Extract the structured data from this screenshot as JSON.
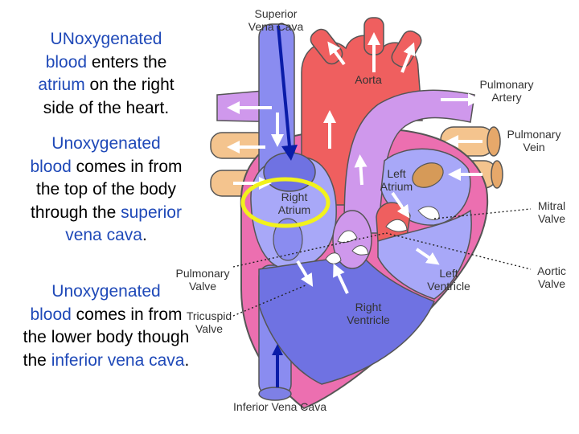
{
  "text_panel": {
    "para1": {
      "w1": "UNoxygenated",
      "w2": "blood",
      "w3": " enters the",
      "w4": "atrium",
      "w5": " on the right side of the heart."
    },
    "para2": {
      "w1": "Unoxygenated",
      "w2": "blood",
      "w3": " comes in from the top of the body through the ",
      "w4": "superior vena cava",
      "w5": "."
    },
    "para3": {
      "w1": "Unoxygenated",
      "w2": "blood",
      "w3": " comes in from the lower body though the ",
      "w4": "inferior vena cava",
      "w5": "."
    }
  },
  "labels": {
    "superior_vena_cava": [
      "Superior",
      "Vena Cava"
    ],
    "aorta": [
      "Aorta"
    ],
    "pulmonary_artery": [
      "Pulmonary",
      "Artery"
    ],
    "pulmonary_vein": [
      "Pulmonary",
      "Vein"
    ],
    "left_atrium": [
      "Left",
      "Atrium"
    ],
    "right_atrium": [
      "Right",
      "Atrium"
    ],
    "mitral_valve": [
      "Mitral",
      "Valve"
    ],
    "pulmonary_valve": [
      "Pulmonary",
      "Valve"
    ],
    "left_ventricle": [
      "Left",
      "Ventricle"
    ],
    "aortic_valve": [
      "Aortic",
      "Valve"
    ],
    "right_ventricle": [
      "Right",
      "Ventricle"
    ],
    "tricuspid_valve": [
      "Tricuspid",
      "Valve"
    ],
    "inferior_vena_cava": [
      "Inferior Vena Cava"
    ]
  },
  "colors": {
    "highlight_text": "#1f49b8",
    "deoxygenated": "#8a8cf0",
    "oxygenated": "#ef5f5f",
    "pulmonary_artery": "#cf98ec",
    "pulmonary_vein": "#f4c48e",
    "heart_wall": "#ec6fb0",
    "callout_ring": "#f2f21c",
    "flow_arrow": "#0a1ca8"
  }
}
